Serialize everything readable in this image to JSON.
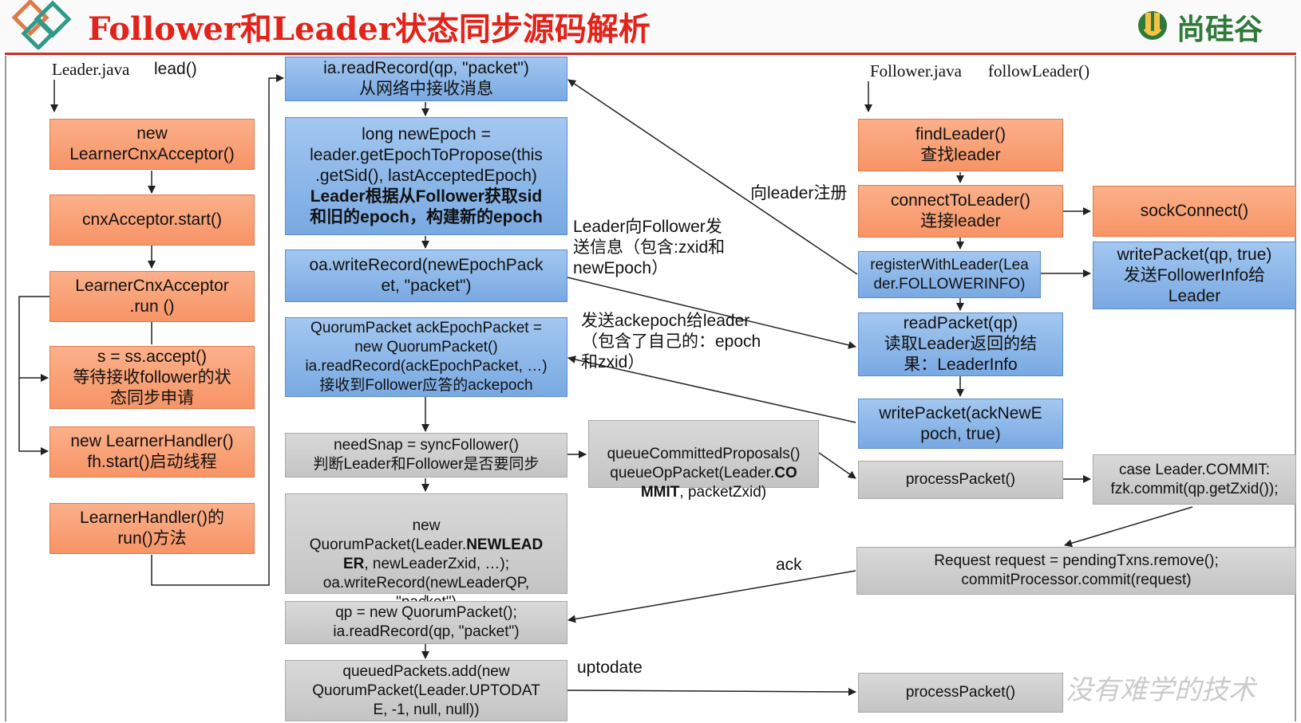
{
  "header": {
    "title": "Follower和Leader状态同步源码解析",
    "logo_text": "尚硅谷",
    "colors": {
      "title": "#e2231a",
      "logo": "#2f7a3a",
      "orange": "#f79466",
      "blue": "#79a9e2",
      "gray": "#c4c4c4"
    }
  },
  "leader_side": {
    "file": "Leader.java",
    "method": "lead()",
    "box1": "new\nLearnerCnxAcceptor()",
    "box2": "cnxAcceptor.start()",
    "box3": "LearnerCnxAcceptor\n.run ()",
    "box4": "s = ss.accept()\n等待接收follower的状\n态同步申请",
    "box5": "new LearnerHandler()\nfh.start()启动线程",
    "box6": "LearnerHandler()的\nrun()方法"
  },
  "handler": {
    "b1": "ia.readRecord(qp, \"packet\")\n从网络中接收消息",
    "b2_line1": "long newEpoch =\nleader.getEpochToPropose(this\n.getSid(), lastAcceptedEpoch)",
    "b2_line2": "Leader根据从Follower获取sid\n和旧的epoch，构建新的epoch",
    "b3": "oa.writeRecord(newEpochPack\net, \"packet\")",
    "b4": "QuorumPacket ackEpochPacket =\nnew QuorumPacket()\nia.readRecord(ackEpochPacket, …)\n接收到Follower应答的ackepoch",
    "b5": "needSnap = syncFollower()\n判断Leader和Follower是否要同步",
    "b6_a": "new\nQuorumPacket(Leader.",
    "b6_b": "NEWLEAD\nER",
    "b6_c": ", newLeaderZxid, …);\noa.writeRecord(newLeaderQP,\n\"packet\")",
    "b7": "qp = new QuorumPacket();\n      ia.readRecord(qp, \"packet\")",
    "b8": "queuedPackets.add(new\nQuorumPacket(Leader.UPTODAT\nE, -1, null, null))",
    "queue_a": "queueCommittedProposals()\nqueueOpPacket(Leader.",
    "queue_b": "CO\nMMIT",
    "queue_c": ", packetZxid)"
  },
  "follower_side": {
    "file": "Follower.java",
    "method": "followLeader()",
    "f1": "findLeader()\n查找leader",
    "f2": "connectToLeader()\n连接leader",
    "f3": "registerWithLeader(Lea\nder.FOLLOWERINFO)",
    "f4": "readPacket(qp)\n读取Leader返回的结\n果：LeaderInfo",
    "f5": "writePacket(ackNewE\npoch, true)",
    "f6": "processPacket()",
    "f7": "Request request = pendingTxns.remove();\ncommitProcessor.commit(request)",
    "f8": "processPacket()",
    "s1": "sockConnect()",
    "s2": "writePacket(qp, true)\n发送FollowerInfo给\nLeader",
    "s3": "case Leader.COMMIT:\nfzk.commit(qp.getZxid());"
  },
  "labels": {
    "register": "向leader注册",
    "send_epoch": "Leader向Follower发\n送信息（包含:zxid和\nnewEpoch）",
    "ack_epoch": "发送ackepoch给leader\n（包含了自己的：epoch\n和zxid）",
    "ack": "ack",
    "uptodate": "uptodate"
  },
  "watermark": "没有难学的技术"
}
